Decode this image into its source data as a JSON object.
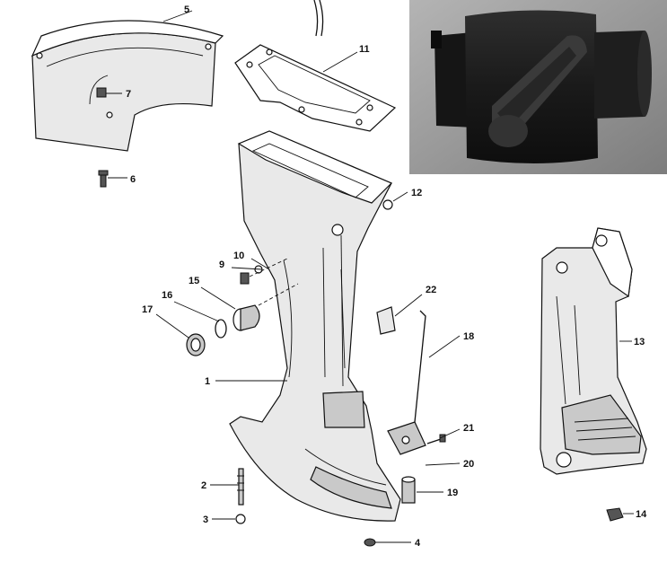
{
  "callouts": {
    "n1": "1",
    "n2": "2",
    "n3": "3",
    "n4": "4",
    "n5": "5",
    "n6": "6",
    "n7": "7",
    "n9": "9",
    "n10": "10",
    "n11": "11",
    "n12": "12",
    "n13": "13",
    "n14": "14",
    "n15": "15",
    "n16": "16",
    "n17": "17",
    "n18": "18",
    "n19": "19",
    "n20": "20",
    "n21": "21",
    "n22": "22"
  },
  "colors": {
    "line": "#111111",
    "shade": "#c9c9c9",
    "photo_background": "#9a9a9a",
    "part_black": "#1c1c1c"
  }
}
